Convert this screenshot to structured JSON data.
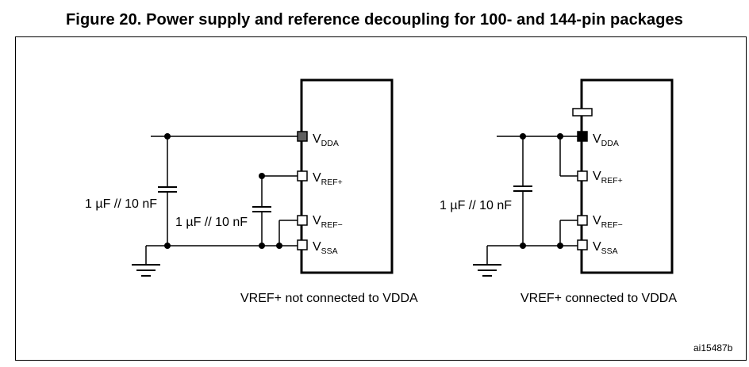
{
  "figure": {
    "title": "Figure 20. Power supply and reference decoupling for 100- and 144-pin packages",
    "id_label": "ai15487b"
  },
  "left_circuit": {
    "caption": "VREF+ not connected to VDDA",
    "cap_label_vdda": "1 µF // 10 nF",
    "cap_label_vref": "1 µF // 10 nF",
    "pins": {
      "vdda": {
        "main": "V",
        "sub": "DDA"
      },
      "vrefp": {
        "main": "V",
        "sub": "REF+"
      },
      "vrefm": {
        "main": "V",
        "sub": "REF−"
      },
      "vssa": {
        "main": "V",
        "sub": "SSA"
      }
    }
  },
  "right_circuit": {
    "caption": "VREF+ connected to VDDA",
    "cap_label": "1 µF // 10 nF",
    "pins": {
      "vdda": {
        "main": "V",
        "sub": "DDA"
      },
      "vrefp": {
        "main": "V",
        "sub": "REF+"
      },
      "vrefm": {
        "main": "V",
        "sub": "REF−"
      },
      "vssa": {
        "main": "V",
        "sub": "SSA"
      }
    }
  }
}
